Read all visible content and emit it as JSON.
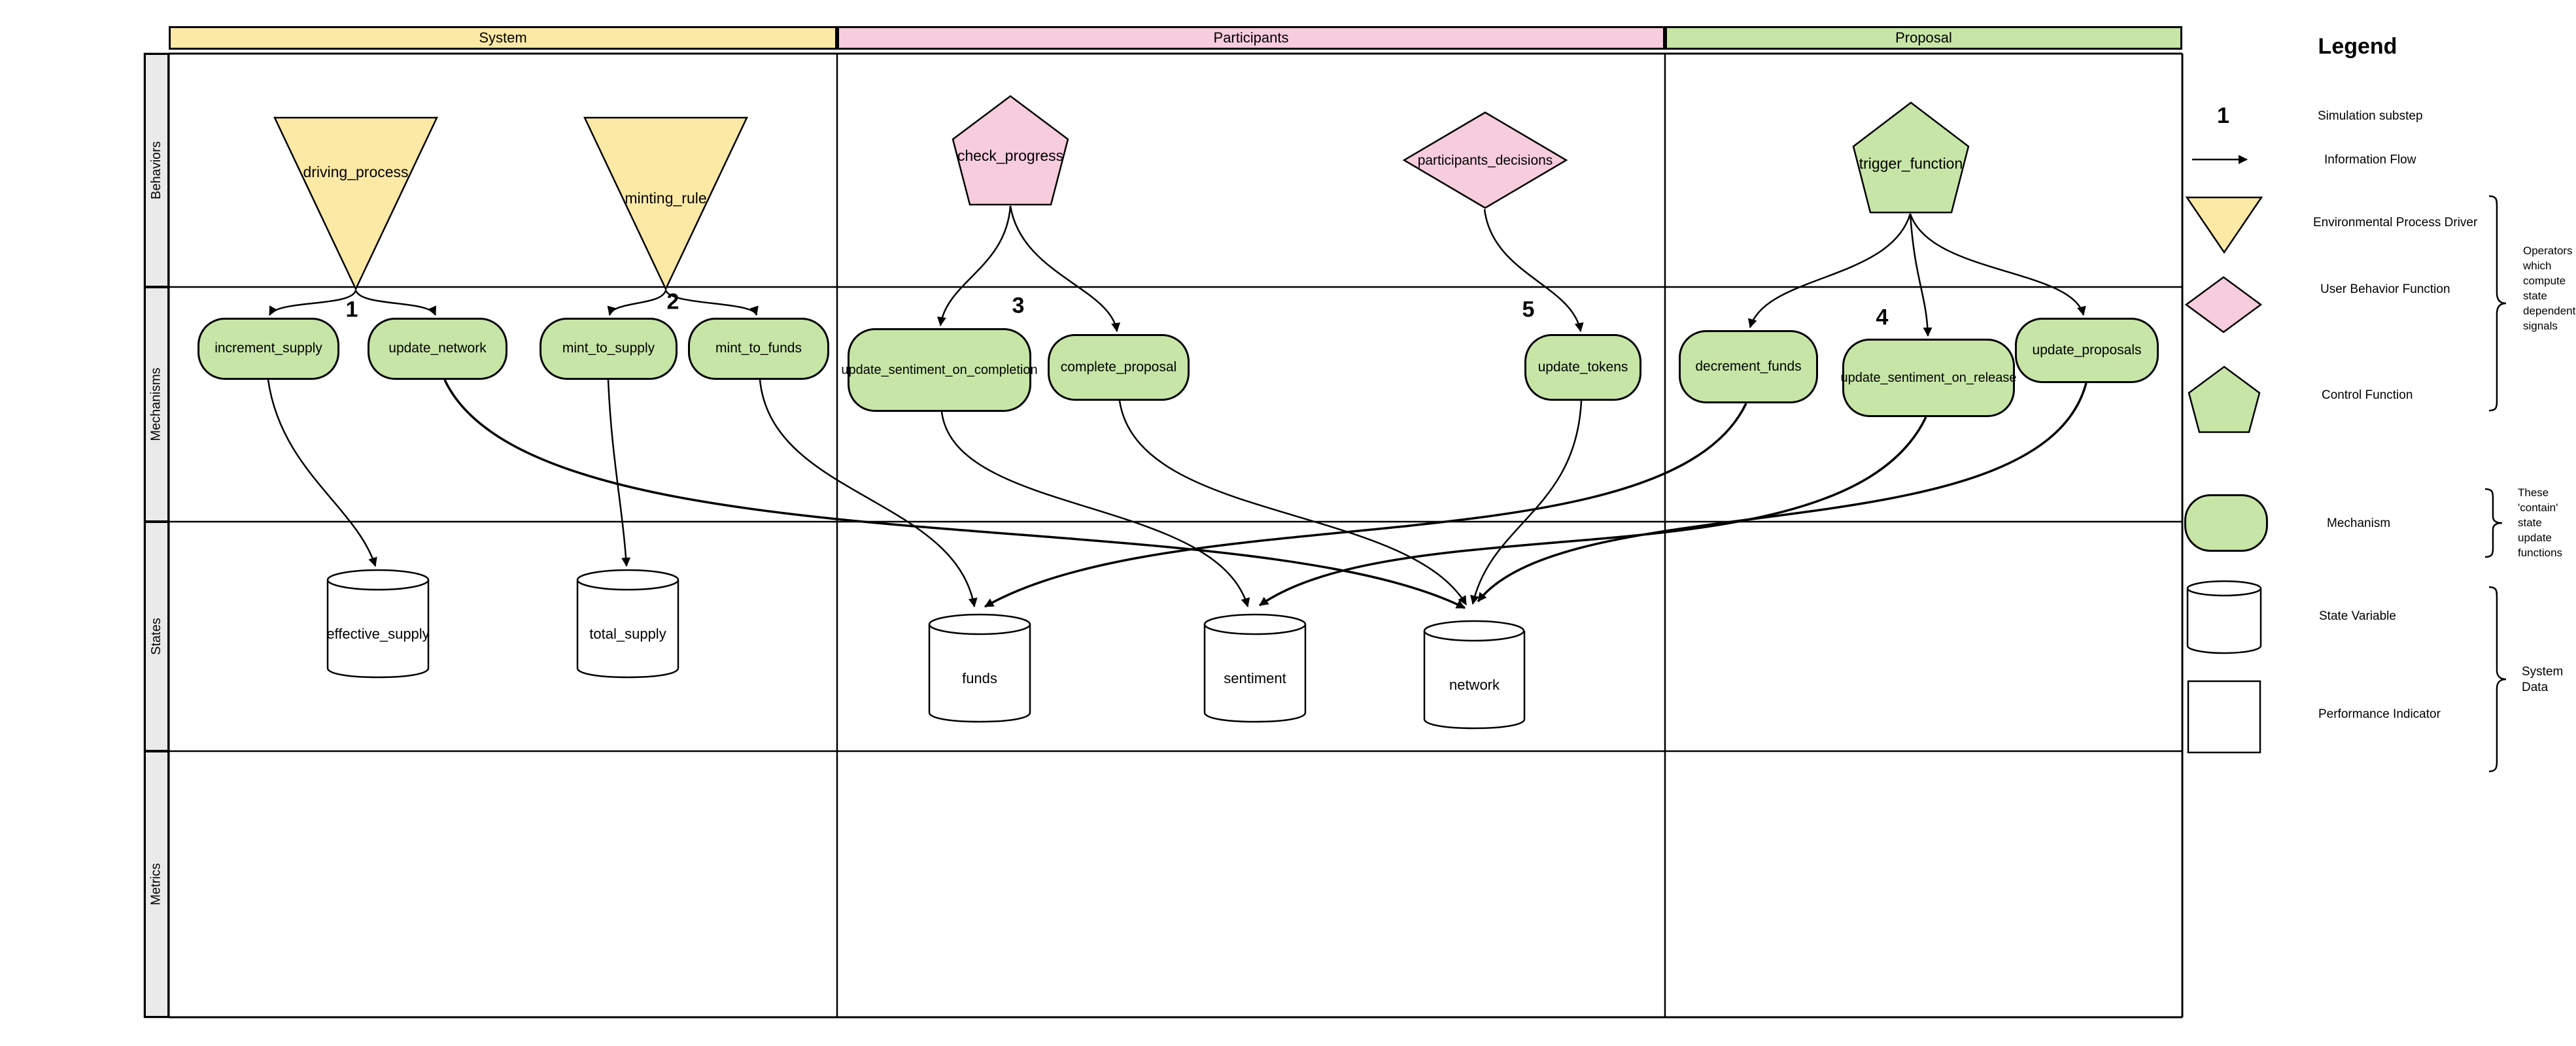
{
  "header": {
    "columns": [
      {
        "label": "System",
        "color": "#fce9a6"
      },
      {
        "label": "Participants",
        "color": "#f7ccdd"
      },
      {
        "label": "Proposal",
        "color": "#c7e5a7"
      }
    ]
  },
  "rows": {
    "labels": [
      "Behaviors",
      "Mechanisms",
      "States",
      "Metrics"
    ]
  },
  "shapes": {
    "driving_process": "driving_process",
    "minting_rule": "minting_rule",
    "check_progress": "check_progress",
    "participants_decisions": "participants_decisions",
    "trigger_function": "trigger_function",
    "increment_supply": "increment_supply",
    "update_network": "update_network",
    "mint_to_supply": "mint_to_supply",
    "mint_to_funds": "mint_to_funds",
    "update_sentiment_on_completion": "update_sentiment_on_completion",
    "complete_proposal": "complete_proposal",
    "update_tokens": "update_tokens",
    "decrement_funds": "decrement_funds",
    "update_sentiment_on_release": "update_sentiment_on_release",
    "update_proposals": "update_proposals",
    "effective_supply": "effective_supply",
    "total_supply": "total_supply",
    "funds": "funds",
    "sentiment": "sentiment",
    "network": "network"
  },
  "substeps": {
    "s1": "1",
    "s2": "2",
    "s3": "3",
    "s4": "4",
    "s5": "5"
  },
  "legend": {
    "title": "Legend",
    "substep_symbol": "1",
    "simulation_substep": "Simulation substep",
    "information_flow": "Information Flow",
    "environmental_process_driver": "Environmental Process Driver",
    "user_behavior_function": "User Behavior Function",
    "control_function": "Control Function",
    "mechanism": "Mechanism",
    "state_variable": "State Variable",
    "performance_indicator": "Performance Indicator",
    "operators_note": "Operators which compute state dependent signals",
    "mechanism_note": "These 'contain' state update functions",
    "system_data_note": "System Data"
  },
  "colors": {
    "yellow": "#fce9a6",
    "pink": "#f7ccdd",
    "green": "#c7e5a7"
  }
}
